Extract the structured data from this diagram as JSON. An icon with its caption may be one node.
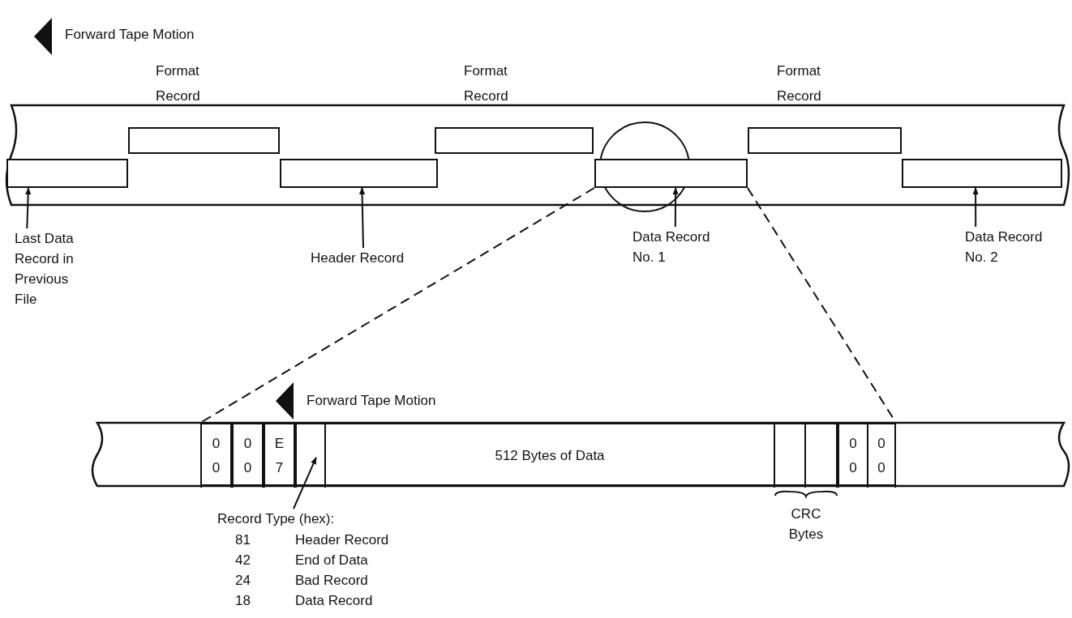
{
  "diagram": {
    "nodes": [
      {
        "text": [
          "Format Record"
        ]
      },
      {
        "text": [
          "Format Record"
        ]
      },
      {
        "text": [
          "Format Record"
        ]
      },
      {
        "text": [],
        "shape": "box"
      },
      {
        "text": [],
        "shape": "box"
      },
      {
        "text": [],
        "shape": "circle"
      },
      {
        "text": [],
        "shape": "box"
      },
      {
        "text": [],
        "shape": "box"
      },
      {
        "text": [
          "Last Data Record in Previous File"
        ]
      },
      {
        "text": [
          "Header Record"
        ]
      },
      {
        "text": [
          "Data Record No. 1"
        ]
      },
      {
        "text": [
          "Data Record No. 2"
        ]
      },
      {
        "text": [],
        "shape": "box"
      },
      {
        "text": [
          "0 0"
        ],
        "in": 12
      },
      {
        "text": [
          "0 0"
        ],
        "in": 12
      },
      {
        "text": [
          "E 7"
        ],
        "in": 12
      },
      {
        "text": [],
        "shape": "box",
        "in": 12
      },
      {
        "text": [
          "512 Bytes of Data"
        ],
        "in": 12
      },
      {
        "text": [],
        "shape": "box",
        "in": 12
      },
      {
        "text": [],
        "shape": "box",
        "in": 12
      },
      {
        "text": [
          "0 0"
        ],
        "in": 12
      },
      {
        "text": [
          "0 0"
        ],
        "in": 12
      },
      {
        "text": [
          "Record Type (hex):"
        ]
      }
    ],
    "edges": [
      {
        "from": 8,
        "to": 3,
        "arrow": "to"
      },
      {
        "from": 9,
        "to": 4,
        "arrow": "to"
      },
      {
        "from": 10,
        "to": 6,
        "arrow": "to"
      },
      {
        "from": 11,
        "to": 7,
        "arrow": "to"
      },
      {
        "from": 6,
        "to": 12,
        "arrow": "none",
        "style": "dashed"
      },
      {
        "from": 6,
        "to": 12,
        "arrow": "none",
        "style": "dashed"
      },
      {
        "from": 22,
        "to": 16,
        "arrow": "to"
      }
    ],
    "labels": [
      "Forward Tape Motion",
      "Forward Tape Motion",
      "81",
      "Header Record",
      "42",
      "End of Data",
      "24",
      "Bad Record",
      "18",
      "Data Record",
      "CRC Bytes"
    ]
  }
}
